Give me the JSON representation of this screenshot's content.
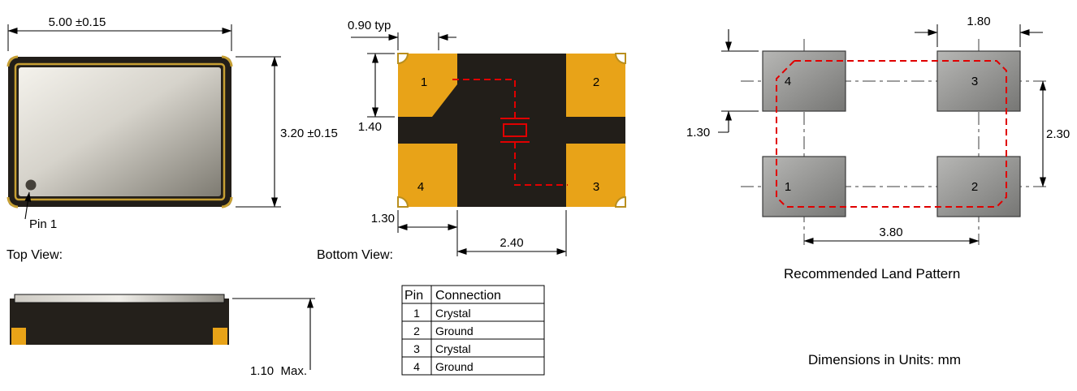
{
  "top_view": {
    "label": "Top View:",
    "dim_width": "5.00 ±0.15",
    "dim_height": "3.20 ±0.15",
    "pin1_label": "Pin 1"
  },
  "side_view": {
    "dim_height": "1.10  Max."
  },
  "bottom_view": {
    "label": "Bottom View:",
    "dim_pad_top_width": "0.90 typ",
    "dim_pad_height": "1.40",
    "dim_pad_width": "1.30",
    "dim_pad_gap": "2.40",
    "pad_numbers": {
      "top_left": "1",
      "top_right": "2",
      "bottom_left": "4",
      "bottom_right": "3"
    }
  },
  "pin_table": {
    "headers": [
      "Pin",
      "Connection"
    ],
    "rows": [
      {
        "pin": "1",
        "connection": "Crystal"
      },
      {
        "pin": "2",
        "connection": "Ground"
      },
      {
        "pin": "3",
        "connection": "Crystal"
      },
      {
        "pin": "4",
        "connection": "Ground"
      }
    ]
  },
  "land_pattern": {
    "label": "Recommended Land Pattern",
    "dim_pad_width": "1.80",
    "dim_pad_height": "1.30",
    "dim_row_pitch": "2.30",
    "dim_col_pitch": "3.80",
    "pad_numbers": {
      "top_left": "4",
      "top_right": "3",
      "bottom_left": "1",
      "bottom_right": "2"
    }
  },
  "footer": {
    "units_note": "Dimensions in Units: mm"
  },
  "colors": {
    "package_black": "#221E19",
    "pad_gold": "#E8A318",
    "outline_red": "#E00000",
    "land_pad_gray": "#9A9A98"
  }
}
